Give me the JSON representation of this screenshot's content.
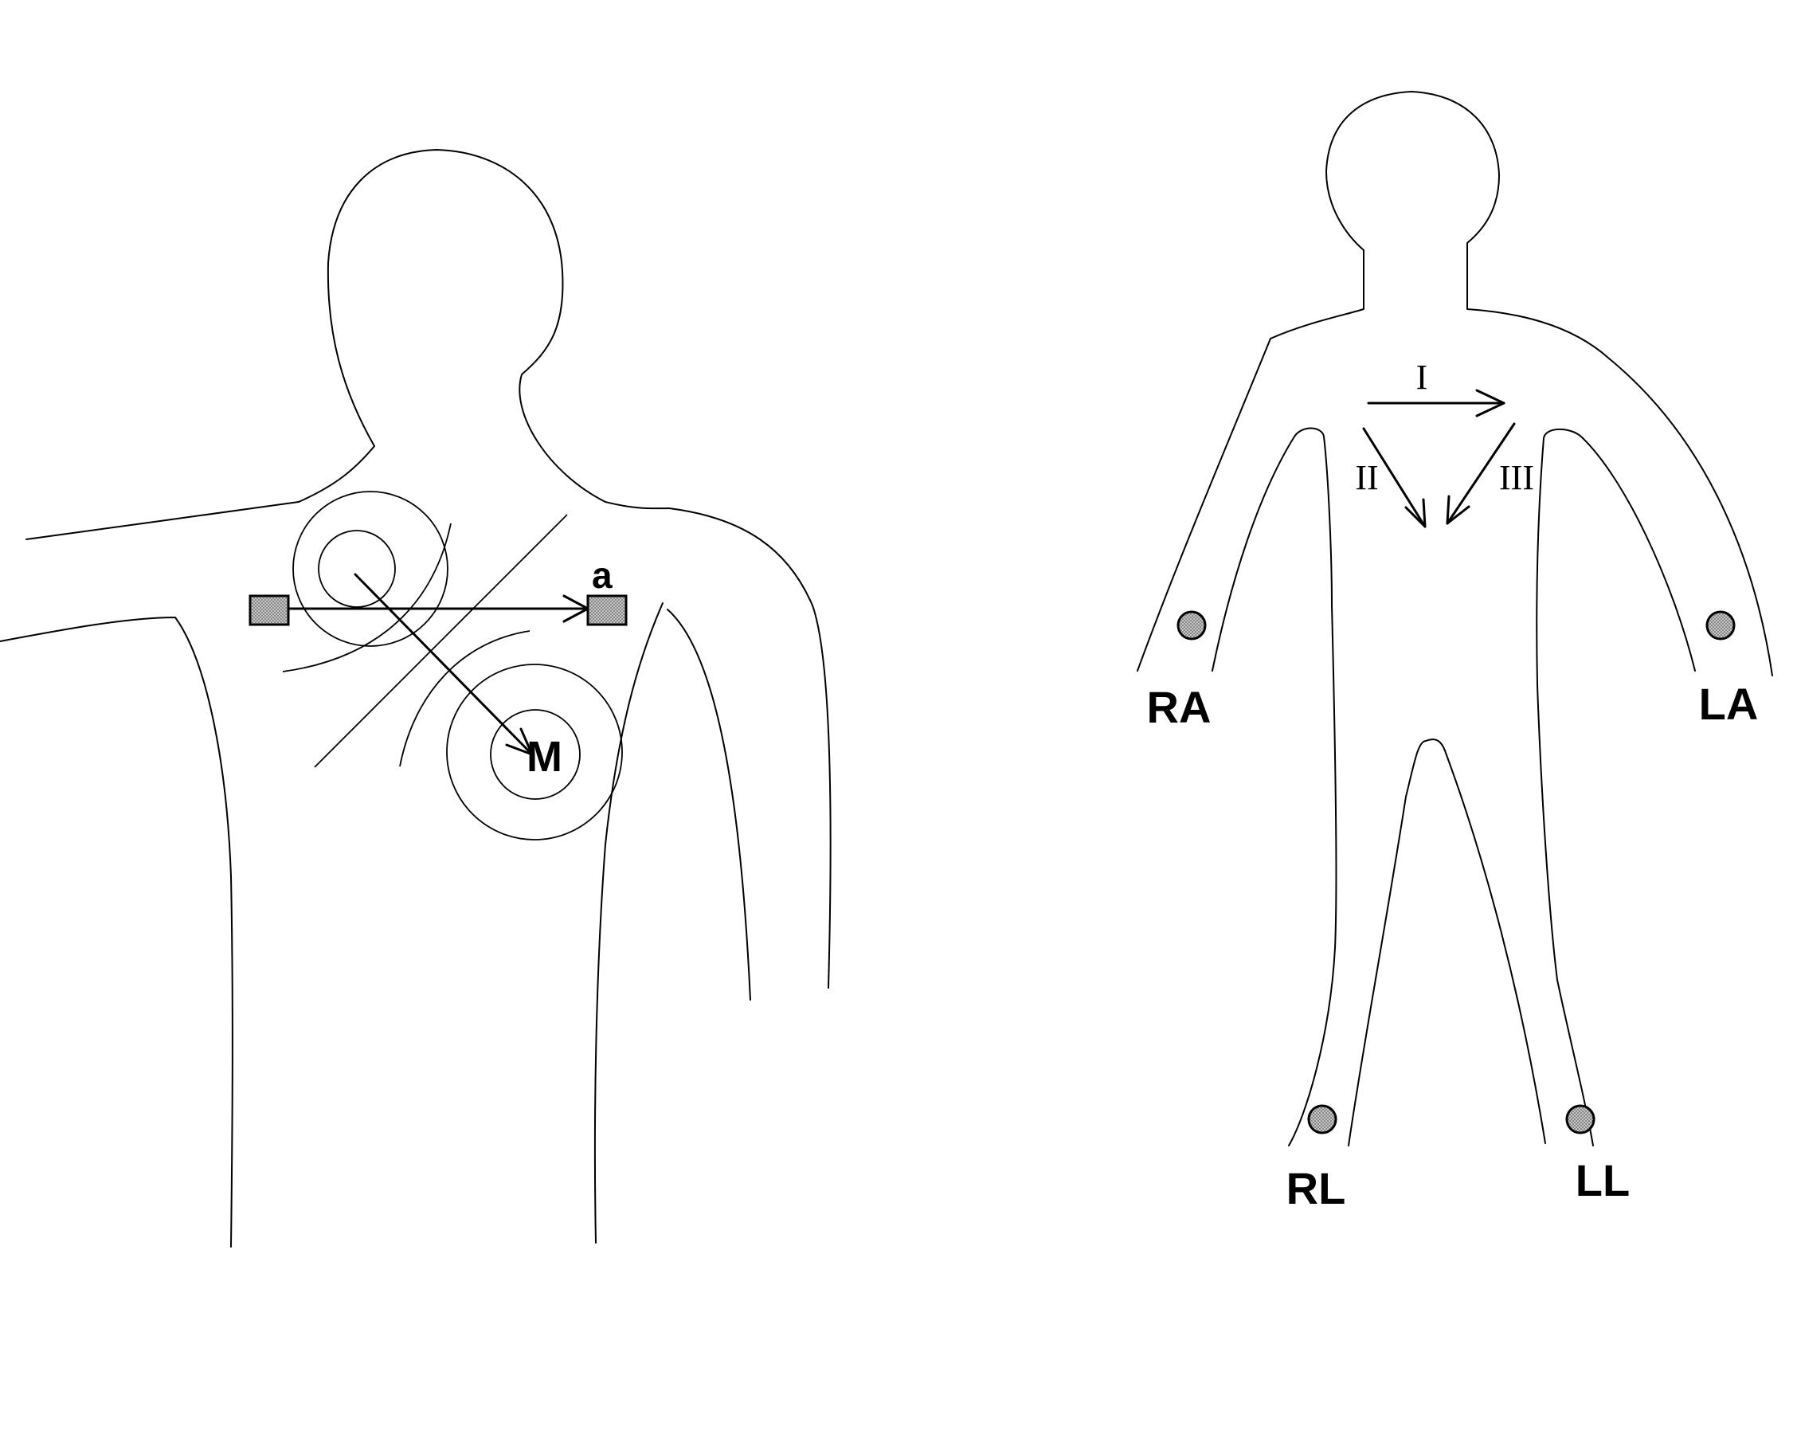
{
  "colors": {
    "stroke": "#000000",
    "electrode_fill": "#b8b8b8",
    "background": "#ffffff"
  },
  "left_figure": {
    "dipole_label": "M",
    "electrode_label": "a"
  },
  "right_figure": {
    "leads": {
      "I": "I",
      "II": "II",
      "III": "III"
    },
    "electrodes": {
      "RA": "RA",
      "LA": "LA",
      "RL": "RL",
      "LL": "LL"
    }
  }
}
